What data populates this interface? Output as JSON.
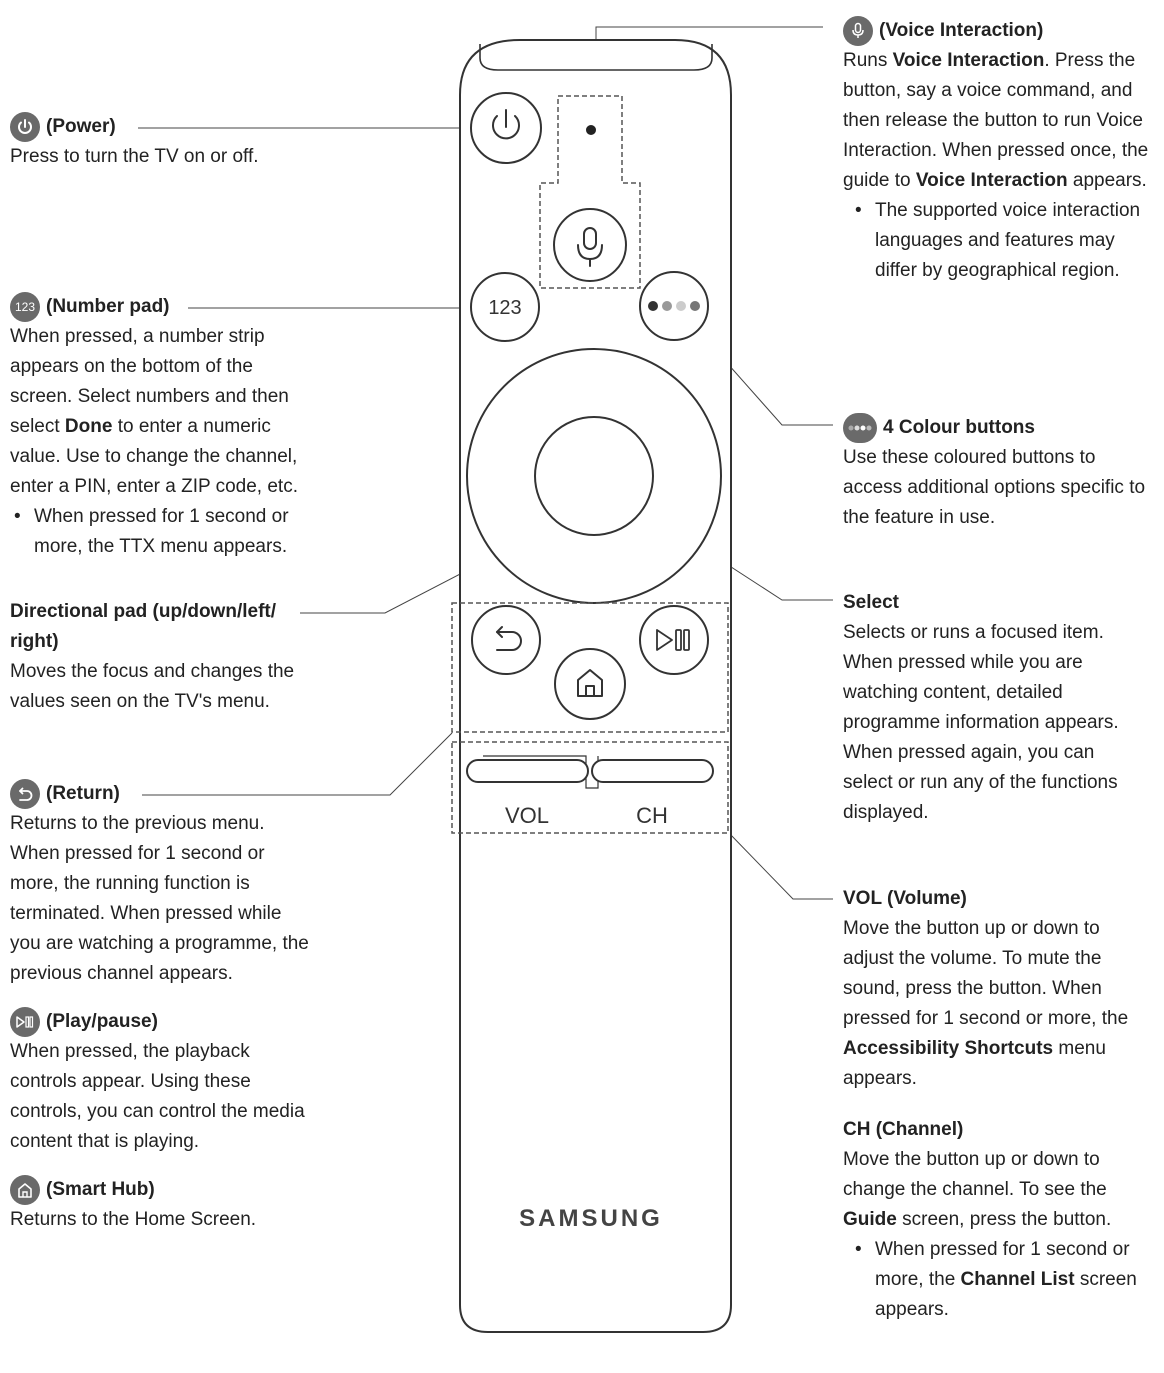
{
  "power": {
    "title": "(Power)",
    "lines": [
      "Press to turn the TV on or off."
    ]
  },
  "number_pad": {
    "icon_text": "123",
    "title": "(Number pad)",
    "lines": [
      "When pressed, a number strip",
      "appears on the bottom of the",
      "screen. Select numbers and then"
    ],
    "line4_pre": "select ",
    "line4_bold": "Done",
    "line4_post": " to enter a numeric",
    "lines2": [
      "value. Use to change the channel,",
      "enter a PIN, enter a ZIP code, etc."
    ],
    "bullet": [
      "When pressed for 1 second or",
      "more, the TTX menu appears."
    ]
  },
  "directional_pad": {
    "title_lines": [
      "Directional pad (up/down/left/",
      "right)"
    ],
    "lines": [
      "Moves the focus and changes the",
      "values seen on the TV's menu."
    ]
  },
  "return": {
    "title": "(Return)",
    "lines": [
      "Returns to the previous menu.",
      "When pressed for 1 second or",
      "more, the running function is",
      "terminated. When pressed while",
      "you are watching a programme, the",
      "previous channel appears."
    ]
  },
  "play_pause": {
    "title": "(Play/pause)",
    "lines": [
      "When pressed, the playback",
      "controls appear. Using these",
      "controls, you can control the media",
      "content that is playing."
    ]
  },
  "smart_hub": {
    "title": "(Smart Hub)",
    "lines": [
      "Returns to the Home Screen."
    ]
  },
  "voice": {
    "title": "(Voice Interaction)",
    "l1_pre": "Runs ",
    "l1_bold": "Voice Interaction",
    "l1_post": ". Press the",
    "lines": [
      "button, say a voice command, and",
      "then release the button to run Voice",
      "Interaction. When pressed once, the"
    ],
    "l5_pre": "guide to ",
    "l5_bold": "Voice Interaction",
    "l5_post": " appears.",
    "bullet": [
      "The supported voice interaction",
      "languages and features may",
      "differ by geographical region."
    ]
  },
  "colour": {
    "title": "4 Colour buttons",
    "lines": [
      "Use these coloured buttons to",
      "access additional options specific to",
      "the feature in use."
    ]
  },
  "select": {
    "title": "Select",
    "lines": [
      "Selects or runs a focused item.",
      "When pressed while you are",
      "watching content, detailed",
      "programme information appears.",
      "When pressed again, you can",
      "select or run any of the functions",
      "displayed."
    ]
  },
  "volume": {
    "title": "VOL (Volume)",
    "lines": [
      "Move the button up or down to",
      "adjust the volume. To mute the",
      "sound, press the button. When",
      "pressed for 1 second or more, the"
    ],
    "l5_bold": "Accessibility Shortcuts",
    "l5_post": " menu",
    "l6": "appears."
  },
  "channel": {
    "title": "CH (Channel)",
    "lines": [
      "Move the button up or down to",
      "change the channel. To see the"
    ],
    "l3_bold": "Guide",
    "l3_post": " screen, press the button.",
    "b1": "When pressed for 1 second or",
    "b2_pre": "more, the ",
    "b2_bold": "Channel List",
    "b2_post": " screen",
    "b3": "appears."
  },
  "remote": {
    "key_123": "123",
    "vol_label": "VOL",
    "ch_label": "CH",
    "brand": "SAMSUNG"
  }
}
